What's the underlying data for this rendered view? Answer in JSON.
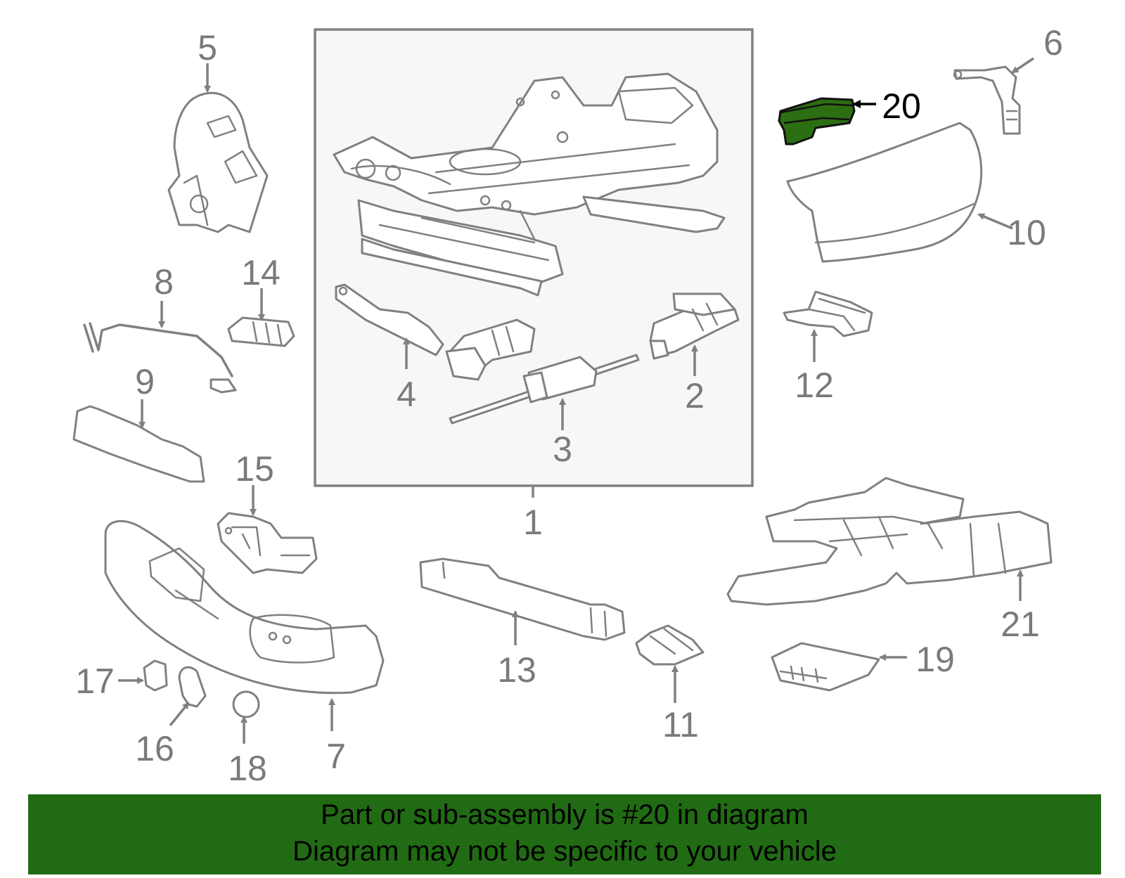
{
  "highlight_part": "20",
  "colors": {
    "highlight": "#2c6e12",
    "banner": "#216b14",
    "line_art": "#808080",
    "box_background": "#f7f7f7"
  },
  "callouts": {
    "c1": "1",
    "c2": "2",
    "c3": "3",
    "c4": "4",
    "c5": "5",
    "c6": "6",
    "c7": "7",
    "c8": "8",
    "c9": "9",
    "c10": "10",
    "c11": "11",
    "c12": "12",
    "c13": "13",
    "c14": "14",
    "c15": "15",
    "c16": "16",
    "c17": "17",
    "c18": "18",
    "c19": "19",
    "c20": "20",
    "c21": "21"
  },
  "banner": {
    "line1": "Part or sub-assembly is #20 in diagram",
    "line2": "Diagram may not be specific to your vehicle"
  }
}
